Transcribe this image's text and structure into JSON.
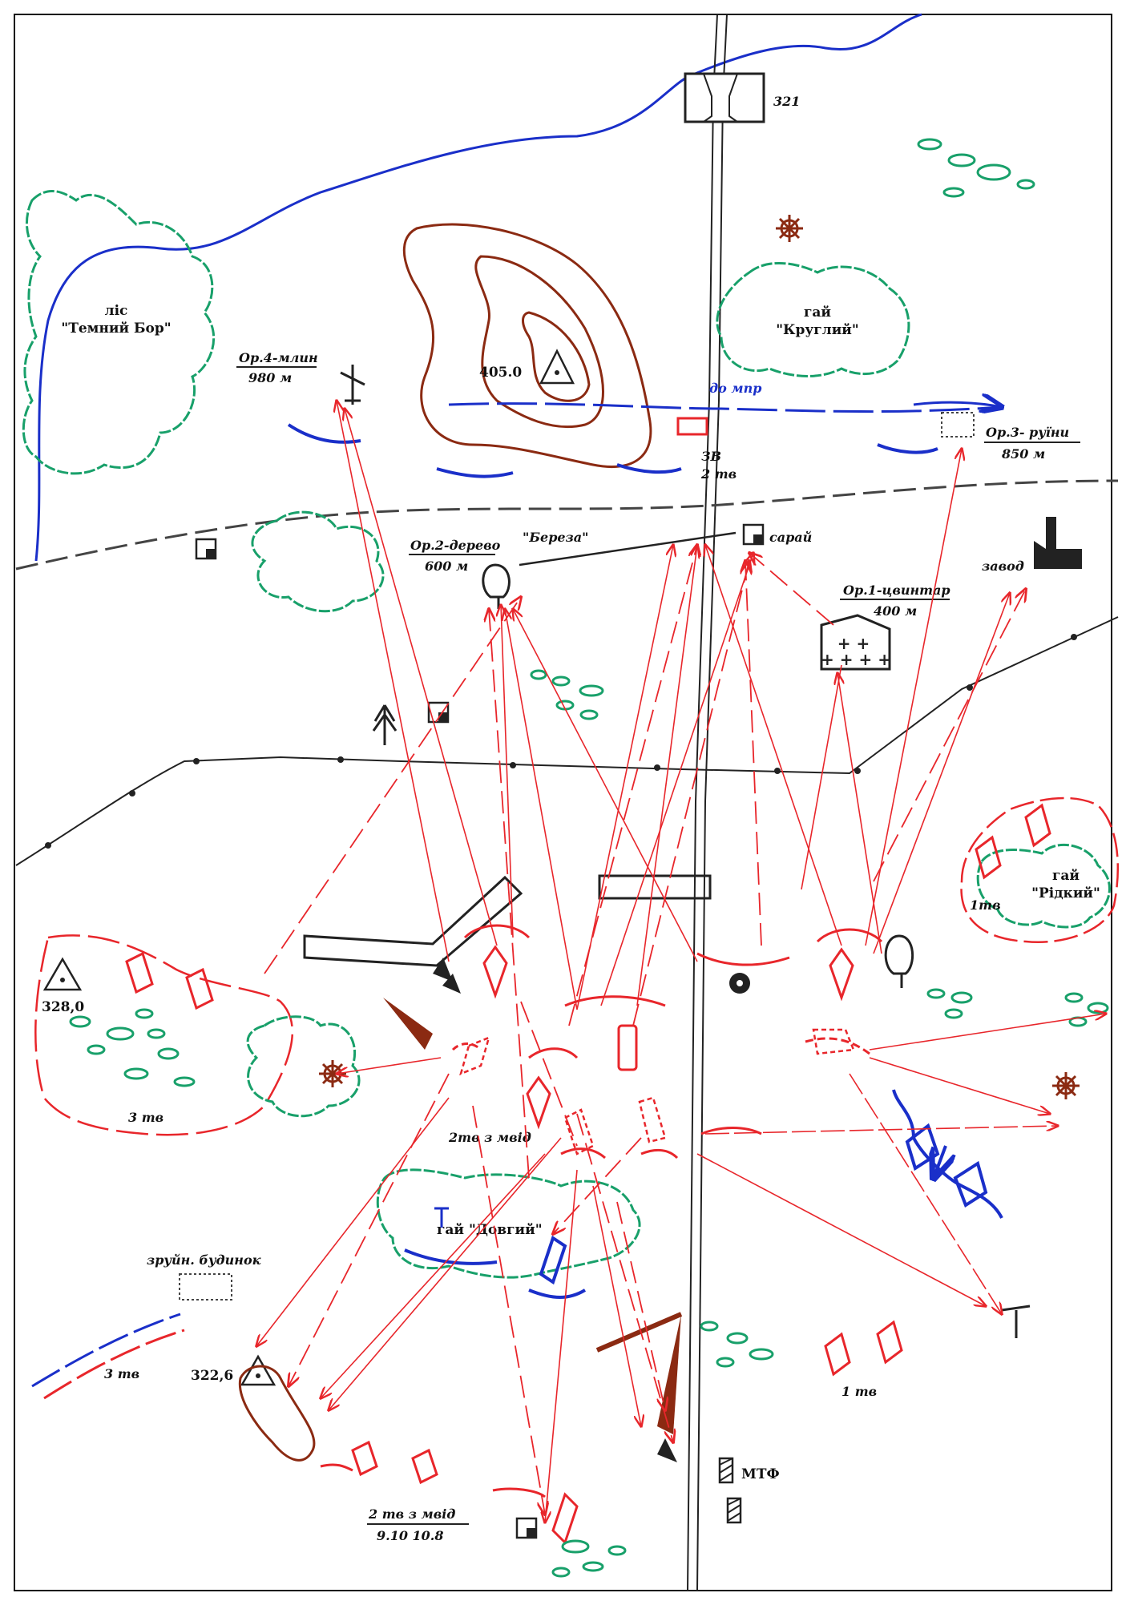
{
  "colors": {
    "friendly": "#e8262b",
    "enemy": "#1a2fc9",
    "terrain": "#8b2a12",
    "vegetation": "#18a06a",
    "neutral": "#222222"
  },
  "labels": {
    "forest_name_1": "ліс",
    "forest_name_2": "\"Темний Бор\"",
    "grove_round_1": "гай",
    "grove_round_2": "\"Круглий\"",
    "height_405": "405.0",
    "bridge_321": "321",
    "to_mpr": "до мпр",
    "zv": "ЗВ",
    "zv_units": "2 тв",
    "ref4_name": "Ор.4-млин",
    "ref4_dist": "980 м",
    "ref3_name": "Ор.3- руїни",
    "ref3_dist": "850 м",
    "ref2_name": "Ор.2-дерево",
    "ref2_dist": "600 м",
    "bereza": "\"Береза\"",
    "saray": "сарай",
    "zavod": "завод",
    "ref1_name": "Ор.1-цвинтар",
    "ref1_dist": "400 м",
    "grove_ridkyi_1": "гай",
    "grove_ridkyi_2": "\"Рідкий\"",
    "unit_1tv_top": "1тв",
    "height_328": "328,0",
    "unit_3tv_left": "3 тв",
    "unit_2tv_mvid": "2тв з мвід",
    "grove_dovhyi": "гай \"Довгий\"",
    "ruined_house": "зруйн. будинок",
    "unit_3tv_bottom": "3 тв",
    "height_322": "322,6",
    "unit_1tv_bottom": "1 тв",
    "mtf": "МТФ",
    "unit_2tv_bottom": "2 тв з мвід",
    "time_bottom": "9.10 10.8"
  }
}
